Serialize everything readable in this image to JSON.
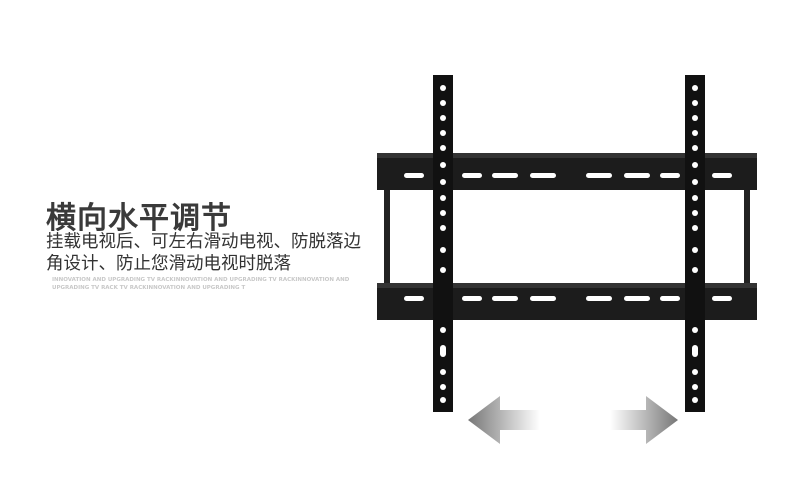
{
  "heading": "横向水平调节",
  "description": "挂载电视后、可左右滑动电视、防脱落边角设计、防止您滑动电视时脱落",
  "subtext": "INNOVATION AND UPGRADING TV RACKINNOVATION AND UPGRADING TV RACKINNOVATION AND UPGRADING TV RACK TV RACKINNOVATION AND UPGRADING T",
  "colors": {
    "bracket": "#1a1a1a",
    "arrow": "#888888"
  }
}
